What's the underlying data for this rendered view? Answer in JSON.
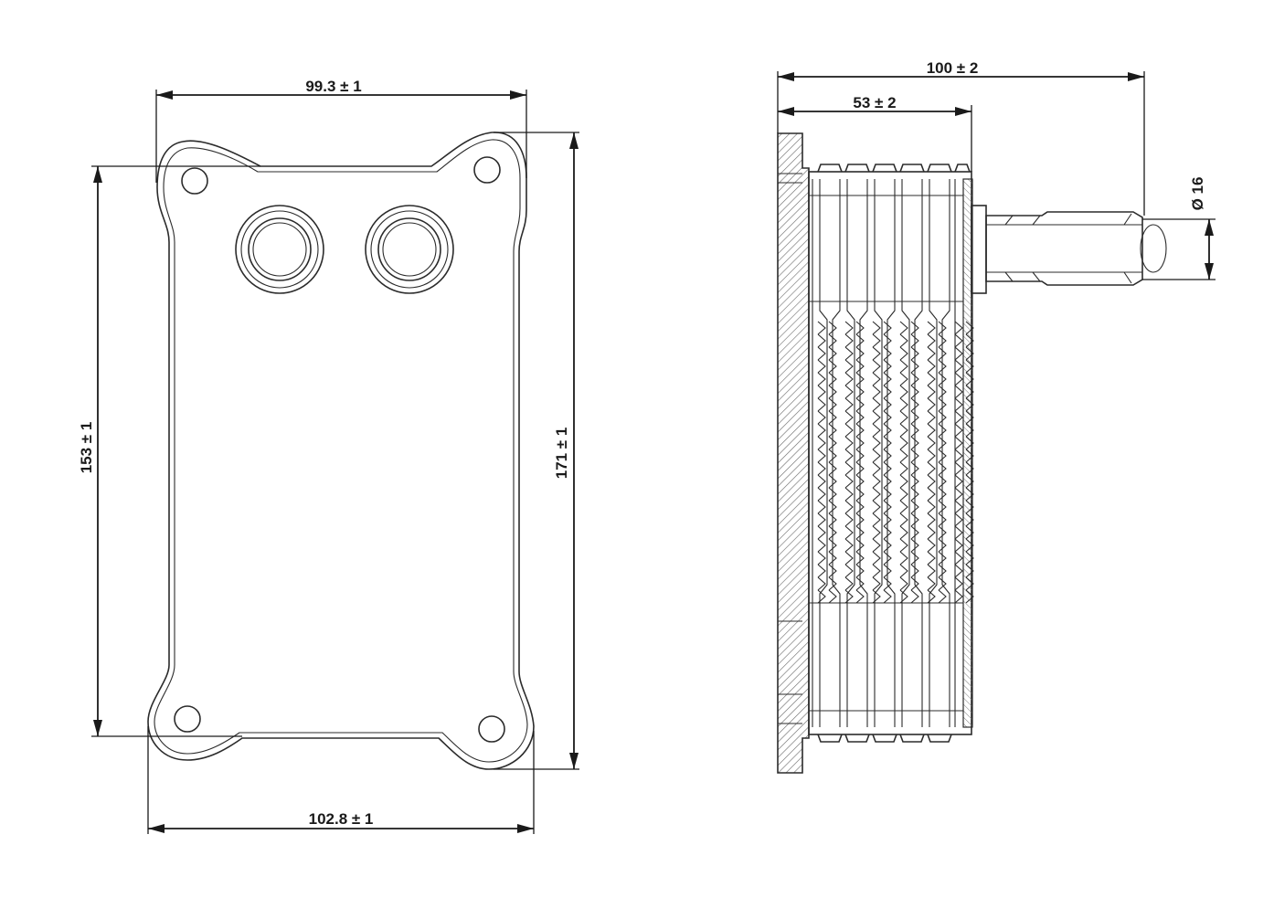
{
  "front_view": {
    "top_width": "99.3 ± 1",
    "bottom_width": "102.8 ± 1",
    "inner_height": "153 ± 1",
    "outer_height": "171 ± 1"
  },
  "side_view": {
    "total_depth": "100 ± 2",
    "body_depth": "53 ± 2",
    "pipe_diameter": "Ø 16"
  }
}
